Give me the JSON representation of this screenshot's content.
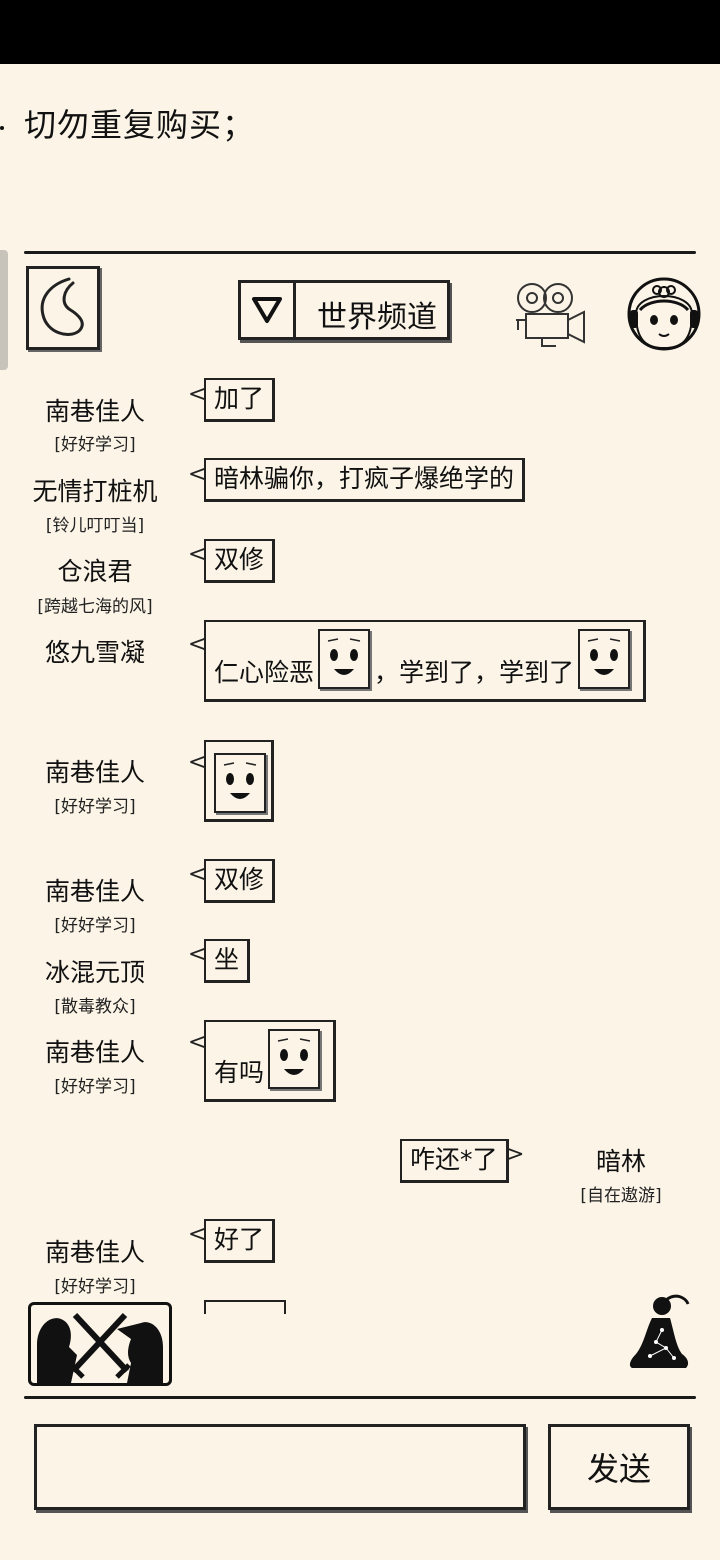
{
  "notice": "切勿重复购买；",
  "header": {
    "channel_label": "世界频道"
  },
  "messages": [
    {
      "name": "南巷佳人",
      "title": "[好好学习]",
      "text": "加了"
    },
    {
      "name": "无情打桩机",
      "title": "[铃儿叮叮当]",
      "text": "暗林骗你，打疯子爆绝学的"
    },
    {
      "name": "仓浪君",
      "title": "[跨越七海的风]",
      "text": "双修"
    },
    {
      "name": "悠九雪凝",
      "title": "",
      "text_a": "仁心险恶",
      "text_b": "，学到了，学到了"
    },
    {
      "name": "南巷佳人",
      "title": "[好好学习]"
    },
    {
      "name": "南巷佳人",
      "title": "[好好学习]",
      "text": "双修"
    },
    {
      "name": "冰混元顶",
      "title": "[散毒教众]",
      "text": "坐"
    },
    {
      "name": "南巷佳人",
      "title": "[好好学习]",
      "text": "有吗"
    },
    {
      "name": "暗林",
      "title": "[自在遨游]",
      "text": "咋还*了"
    },
    {
      "name": "南巷佳人",
      "title": "[好好学习]",
      "text": "好了"
    }
  ],
  "composer": {
    "send_label": "发送",
    "input_value": ""
  }
}
